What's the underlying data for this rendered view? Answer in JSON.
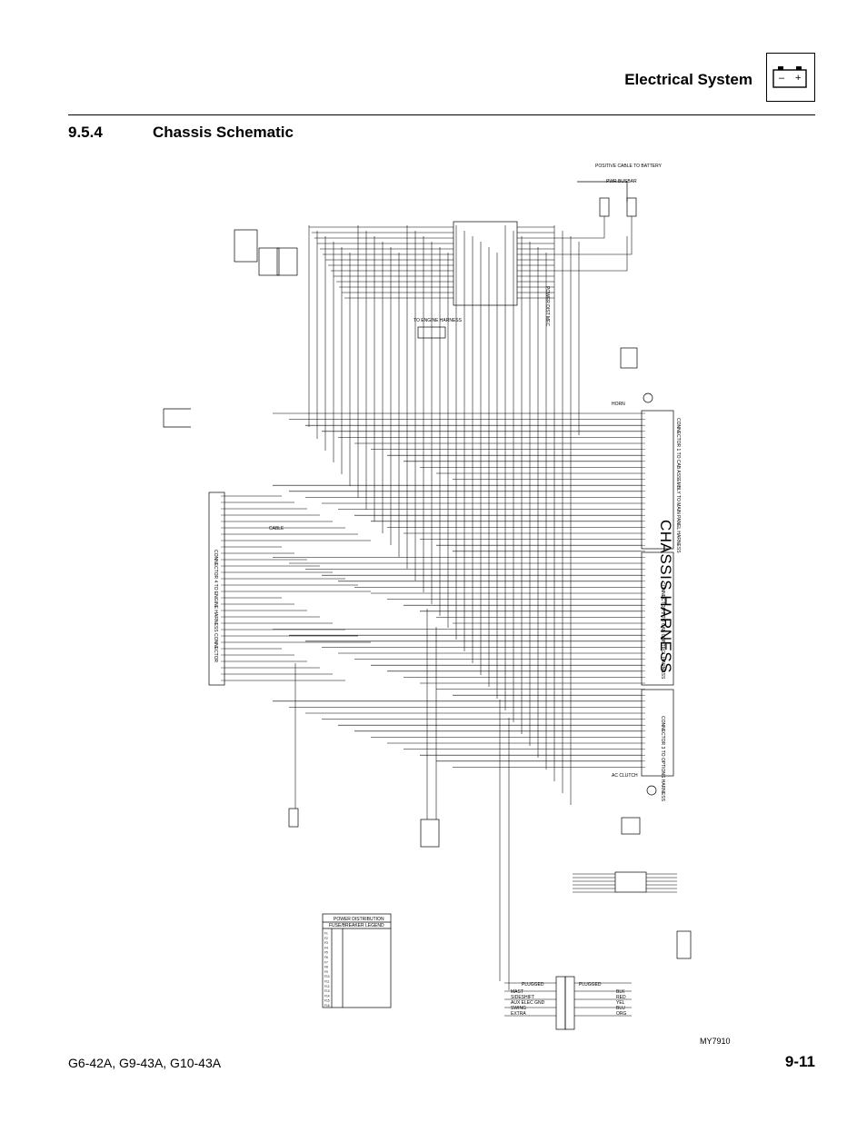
{
  "header": {
    "section_title": "Electrical System",
    "icon": "battery-icon",
    "battery_minus": "–",
    "battery_plus": "+"
  },
  "section": {
    "number": "9.5.4",
    "title": "Chassis Schematic"
  },
  "diagram": {
    "harness_label": "CHASSIS HARNESS",
    "drawing_id": "MY7910",
    "connectors": [
      "CONNECTOR 1 TO CAB ASSEMBLY TO MAIN PANEL HARNESS",
      "CONNECTOR 2 TO CAB CONTROL HARNESS",
      "CONNECTOR 3 TO OPTIONS HARNESS",
      "CONNECTOR 4 TO ENGINE HARNESS CONNECTOR"
    ],
    "labels": {
      "power_dist": "POWER DIST MEC",
      "to_engine_harness": "TO ENGINE HARNESS",
      "positive_cable": "POSITIVE CABLE TO BATTERY",
      "busbar": "PWR BUSBAR",
      "ac_clutch": "AC CLUTCH",
      "horn": "HORN",
      "cable": "CABLE",
      "plugged_left": "PLUGGED",
      "plugged_right": "PLUGGED"
    },
    "power_distribution": {
      "title": "POWER DISTRIBUTION",
      "subtitle": "FUSE/BREAKER LEGEND",
      "fuses": [
        "F1",
        "F2",
        "F3",
        "F4",
        "F5",
        "F6",
        "F7",
        "F8",
        "F9",
        "F10",
        "F11",
        "F12",
        "F13",
        "F14",
        "F15",
        "F16"
      ]
    },
    "aux_left": [
      "MAST",
      "SIDESHIFT",
      "AUX ELEC GND",
      "SWING",
      "EXTRA"
    ],
    "aux_right": [
      "BLK",
      "RED",
      "YEL",
      "BLU",
      "ORG"
    ]
  },
  "footer": {
    "models": "G6-42A, G9-43A, G10-43A",
    "page": "9-11"
  }
}
